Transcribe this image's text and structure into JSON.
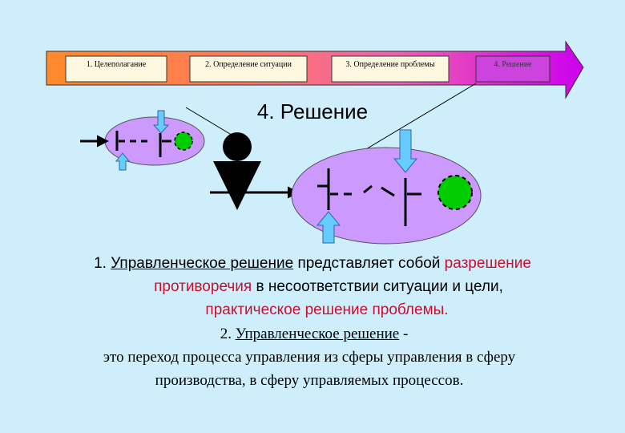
{
  "process_steps": [
    {
      "label": "1. Целеполагание"
    },
    {
      "label": "2. Определение ситуации"
    },
    {
      "label": "3. Определение проблемы"
    },
    {
      "label": "4. Решение"
    }
  ],
  "heading": "4. Решение",
  "paragraph1": {
    "line1_start": "1. ",
    "line1_term": "Управленческое решение",
    "line1_mid": " представляет собой ",
    "line1_red": "разрешение",
    "line2_red": "противоречия",
    "line2_rest": " в несоответствии ситуации и цели,",
    "line3_red": "практическое решение проблемы."
  },
  "paragraph2": {
    "line1_start": "2. ",
    "line1_term": "Управленческое решение",
    "line1_end": " -",
    "line2": "это переход процесса управления из сферы управления в сферу",
    "line3": "производства, в сферу управляемых процессов."
  },
  "colors": {
    "background": "#cdeefa",
    "ellipse": "#cc99ff",
    "goal_circle": "#00cc00",
    "input_arrow": "#66ccff",
    "emphasis": "#c8102e"
  }
}
